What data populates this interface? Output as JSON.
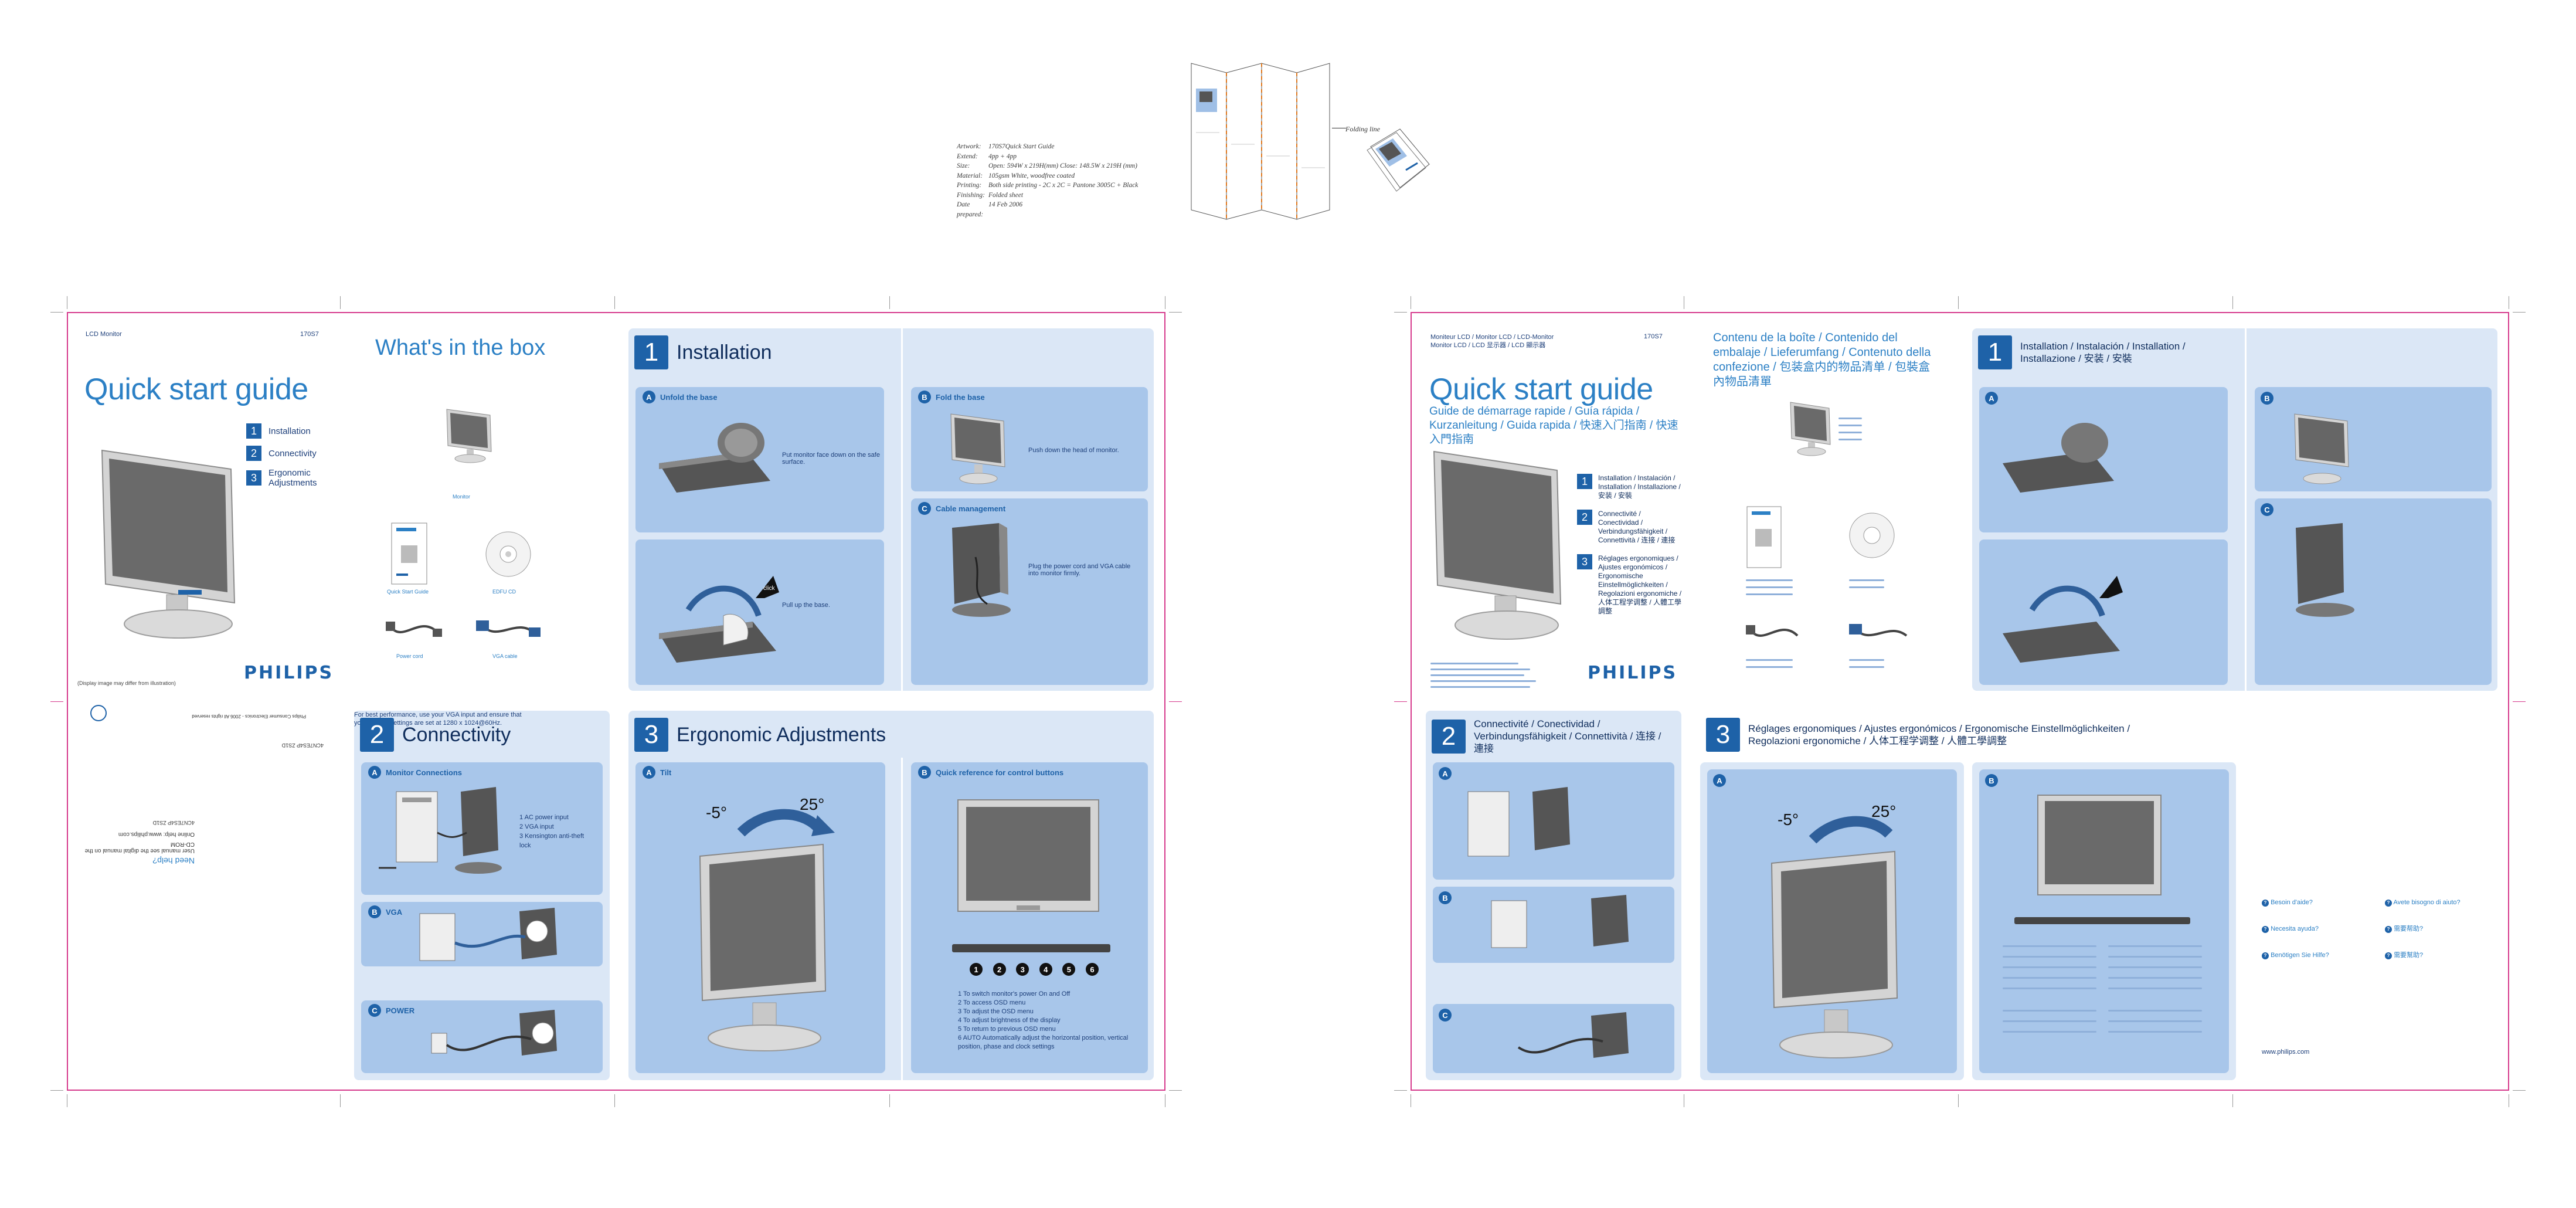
{
  "spec": {
    "rows": [
      {
        "key": "Artwork:",
        "value": "170S7Quick Start Guide"
      },
      {
        "key": "Extend:",
        "value": "4pp + 4pp"
      },
      {
        "key": "Size:",
        "value": "Open: 594W x 219H(mm)     Close: 148.5W x 219H (mm)"
      },
      {
        "key": "Material:",
        "value": "105gsm White, woodfree coated"
      },
      {
        "key": "Printing:",
        "value": "Both side printing - 2C x 2C = Pantone 3005C + Black"
      },
      {
        "key": "Finishing:",
        "value": "Folded sheet"
      },
      {
        "key": "Date prepared:",
        "value": "14 Feb 2006"
      }
    ],
    "folding_label": "Folding line"
  },
  "left": {
    "model_label": "LCD Monitor",
    "model_number": "170S7",
    "title": "Quick start guide",
    "steps": [
      {
        "num": "1",
        "label": "Installation"
      },
      {
        "num": "2",
        "label": "Connectivity"
      },
      {
        "num": "3",
        "label": "Ergonomic Adjustments"
      }
    ],
    "disclaimer": "(Display image may differ from illustration)",
    "brand": "PHILIPS",
    "whats_in_box": "What's in the box",
    "box_items": [
      "Monitor",
      "Quick Start Guide",
      "EDFU CD",
      "Power cord",
      "VGA cable"
    ],
    "rotated": {
      "need_help": "Need help?",
      "manual_line": "User manual  see the digital manual on the CD-ROM",
      "online": "Online help: www.philips.com",
      "code": "4CN7ES4P ZS1D",
      "sku": "4CN7ES4P ZS1D",
      "small": "Philips Consumer Electronics - 2006 All rights reserved"
    },
    "installation": {
      "num": "1",
      "title": "Installation",
      "a_label": "Unfold the base",
      "a_text": "Put monitor face down on the safe surface.",
      "a2_text": "Pull up the base.",
      "b_label": "Fold the base",
      "b_text": "Push down the head of monitor.",
      "c_label": "Cable management",
      "c_text": "Plug the power cord and VGA cable into monitor firmly."
    },
    "connectivity": {
      "num": "2",
      "title": "Connectivity",
      "a_label": "Monitor Connections",
      "a_items": [
        "1  AC power input",
        "2  VGA input",
        "3  Kensington anti-theft lock"
      ],
      "b_label": "VGA",
      "b_text": "For best performance, use your VGA input and ensure that your display settings are set at 1280 x 1024@60Hz.",
      "c_label": "POWER"
    },
    "ergonomic": {
      "num": "3",
      "title": "Ergonomic Adjustments",
      "a_label": "Tilt",
      "tilt_neg": "-5°",
      "tilt_pos": "25°",
      "b_label": "Quick reference for control buttons",
      "controls": [
        "1  To switch monitor's power On and Off",
        "2  To access OSD menu",
        "3  To adjust the OSD menu",
        "4  To adjust brightness of the display",
        "5  To return to previous OSD menu",
        "6  AUTO  Automatically adjust the horizontal position, vertical position, phase and clock settings"
      ]
    }
  },
  "right": {
    "model_label": "Moniteur LCD / Monitor LCD / LCD-Monitor",
    "model_label2": "Monitor LCD / LCD 显示器 / LCD 顯示器",
    "model_number": "170S7",
    "title": "Quick start guide",
    "subtitle": "Guide de démarrage rapide / Guía rápida / Kurzanleitung / Guida rapida / 快速入门指南 / 快速入門指南",
    "steps": [
      {
        "num": "1",
        "label": "Installation / Instalación / Installation / Installazione / 安装 / 安裝"
      },
      {
        "num": "2",
        "label": "Connectivité / Conectividad / Verbindungsfähigkeit / Connettività / 连接 / 連接"
      },
      {
        "num": "3",
        "label": "Réglages ergonomiques / Ajustes ergonómicos / Ergonomische Einstellmöglichkeiten / Regolazioni ergonomiche / 人体工程学调整 / 人體工學調整"
      }
    ],
    "brand": "PHILIPS",
    "box_title": "Contenu de la boîte / Contenido del embalaje / Lieferumfang / Contenuto della confezione / 包装盒内的物品清单 / 包裝盒內物品清單",
    "installation_title": "Installation / Instalación / Installation / Installazione / 安装 / 安裝",
    "connectivity_title": "Connectivité / Conectividad / Verbindungsfähigkeit / Connettività / 连接 / 連接",
    "ergonomic_title": "Réglages ergonomiques / Ajustes ergonómicos / Ergonomische Einstellmöglichkeiten / Regolazioni ergonomiche / 人体工程学调整 / 人體工學調整",
    "tilt_neg": "-5°",
    "tilt_pos": "25°",
    "help_items": [
      "Besoin d'aide?",
      "Necesita ayuda?",
      "Benötigen Sie Hilfe?",
      "Avete bisogno di aiuto?",
      "需要帮助?",
      "需要幫助?"
    ],
    "url": "www.philips.com"
  }
}
